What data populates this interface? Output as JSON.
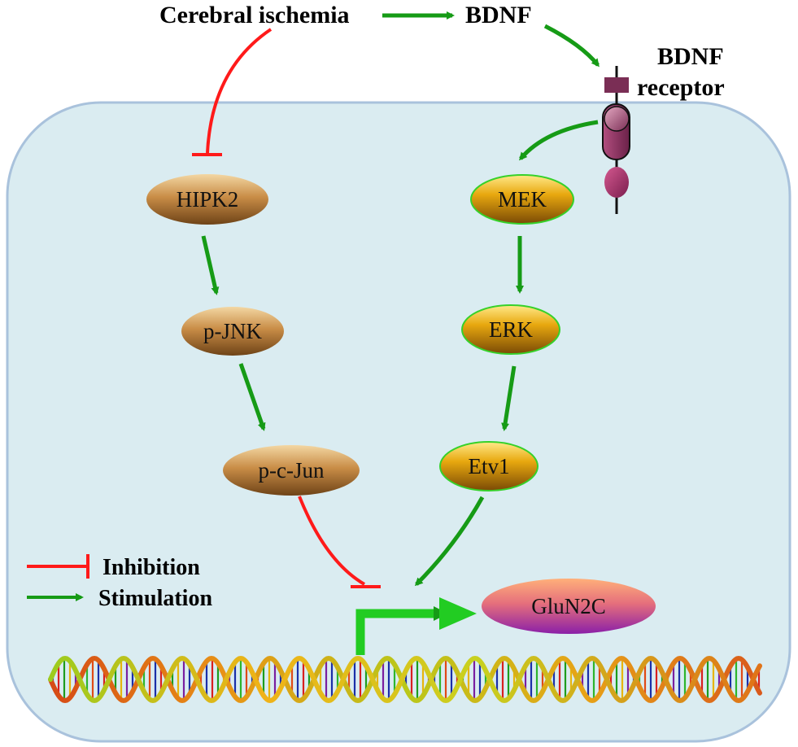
{
  "labels": {
    "cerebral_ischemia": "Cerebral ischemia",
    "bdnf": "BDNF",
    "bdnf_receptor_line1": "BDNF",
    "bdnf_receptor_line2": "receptor"
  },
  "nodes": {
    "hipk2": "HIPK2",
    "pjnk": "p-JNK",
    "pcjun": "p-c-Jun",
    "mek": "MEK",
    "erk": "ERK",
    "etv1": "Etv1",
    "glun2c": "GluN2C"
  },
  "legend": {
    "inhibition": "Inhibition",
    "stimulation": "Stimulation"
  },
  "colors": {
    "inhibition": "#ff1a1a",
    "stimulation": "#169b16",
    "cell_fill": "#daecf1",
    "cell_stroke": "#a9c2dc",
    "receptor": "#7a2e55"
  }
}
